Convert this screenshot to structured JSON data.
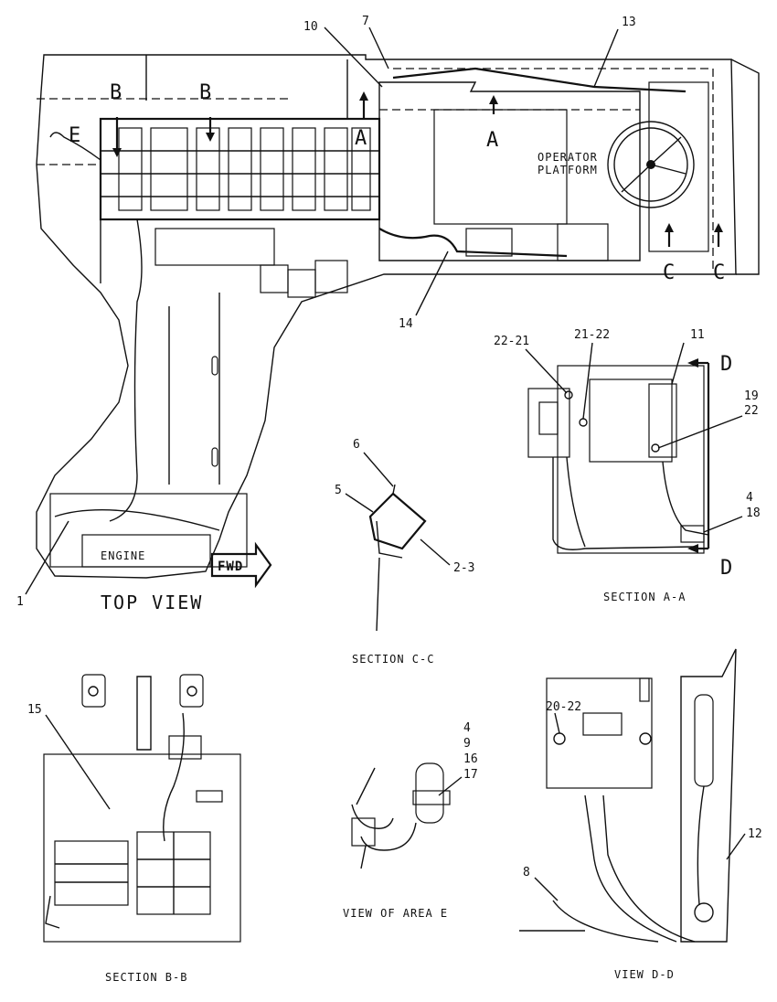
{
  "views": {
    "top_view": "TOP VIEW",
    "section_aa": "SECTION A-A",
    "section_cc": "SECTION C-C",
    "section_bb": "SECTION B-B",
    "area_e": "VIEW OF AREA E",
    "view_dd": "VIEW D-D"
  },
  "labels": {
    "operator_platform_1": "OPERATOR",
    "operator_platform_2": "PLATFORM",
    "engine": "ENGINE",
    "fwd": "FWD"
  },
  "section_markers": {
    "a": "A",
    "b": "B",
    "c": "C",
    "d": "D",
    "e": "E"
  },
  "callouts": {
    "c1": "1",
    "c2_3": "2-3",
    "c4": "4",
    "c5": "5",
    "c6": "6",
    "c7": "7",
    "c8": "8",
    "c9": "9",
    "c10": "10",
    "c11": "11",
    "c12": "12",
    "c13": "13",
    "c14": "14",
    "c15": "15",
    "c16": "16",
    "c17": "17",
    "c18": "18",
    "c19": "19",
    "c22": "22",
    "c20_22": "20-22",
    "c21_22": "21-22",
    "c22_21": "22-21"
  }
}
